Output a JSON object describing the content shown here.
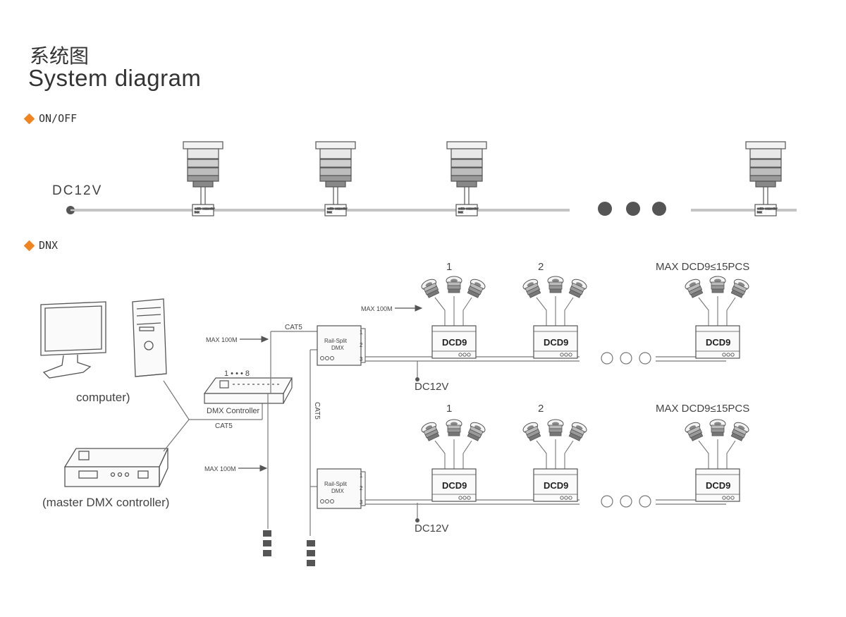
{
  "header": {
    "title_cn": "系统图",
    "title_en": "System diagram"
  },
  "sections": {
    "onoff": "ON/OFF",
    "dmx": "DNX"
  },
  "onoff": {
    "power_label": "DC12V",
    "box_label_1": "cable connector",
    "box_label_2": "box"
  },
  "dmx": {
    "computer_label": "computer)",
    "master_label": "(master DMX controller)",
    "controller_label": "DMX Controller",
    "controller_ports": "1 • • • 8",
    "max_label": "MAX 100M",
    "cat5": "CAT5",
    "split_label_1": "Rail-Split",
    "split_label_2": "DMX",
    "port_1": "1",
    "port_2": "2",
    "port_3": "3",
    "decoder": "DCD9",
    "power": "DC12V",
    "group_1": "1",
    "group_2": "2",
    "group_max": "MAX DCD9≤15PCS"
  },
  "colors": {
    "accent": "#f0841e",
    "line": "#777777",
    "dot": "#555555"
  }
}
